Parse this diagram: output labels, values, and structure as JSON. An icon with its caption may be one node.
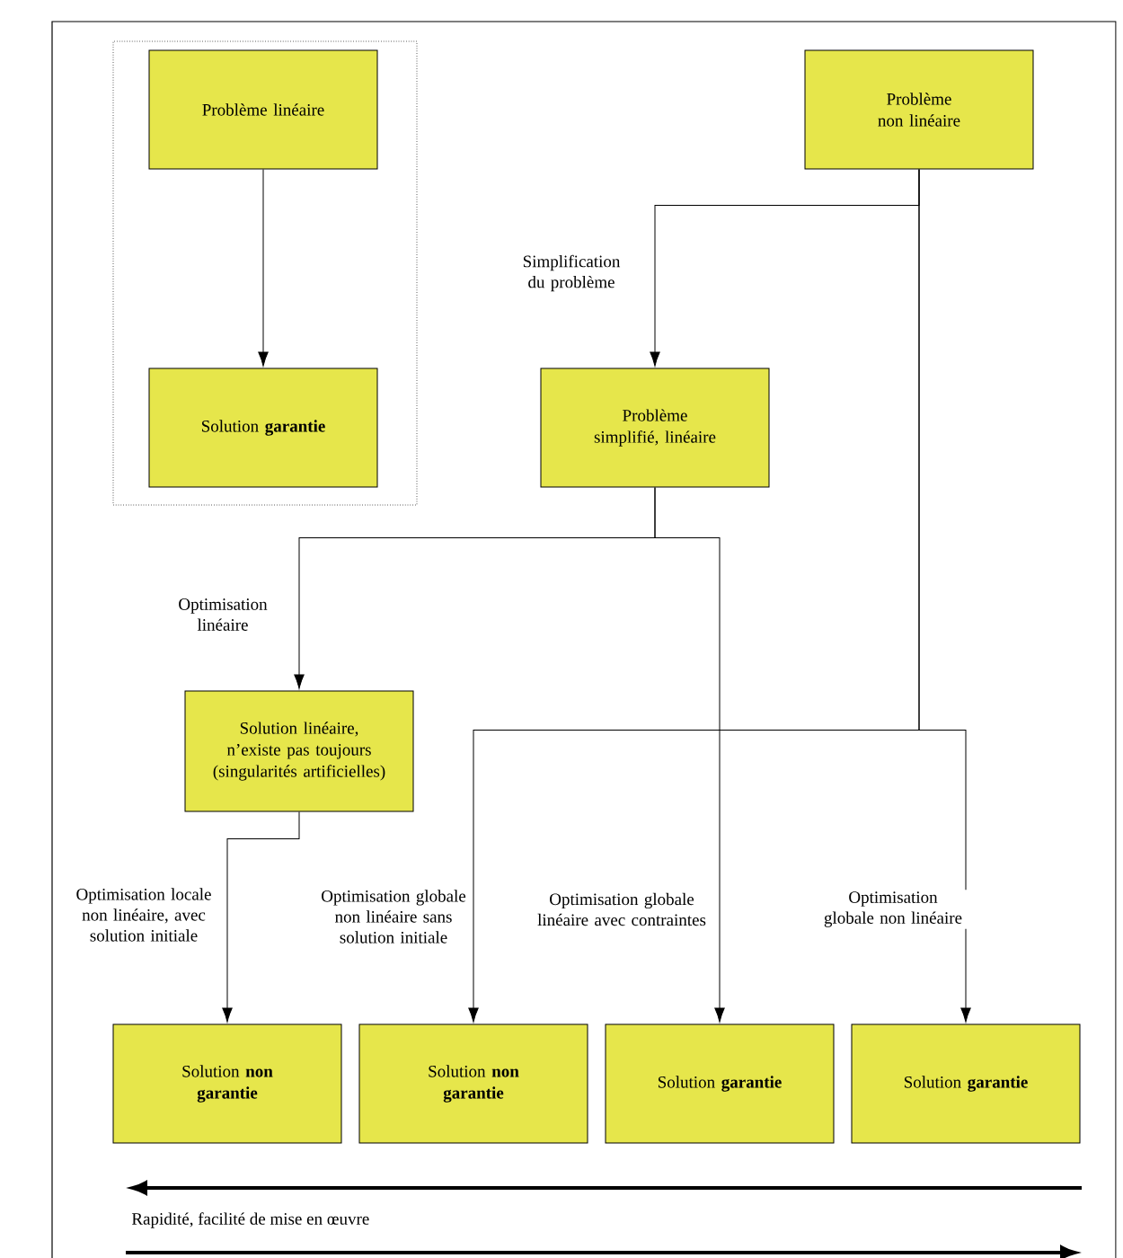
{
  "diagram": {
    "nodes": [
      {
        "text": [],
        "shape": "box"
      },
      {
        "text": [
          "Problème linéaire"
        ],
        "in": 0
      },
      {
        "text": [
          "Solution **garantie**"
        ],
        "in": 0
      },
      {
        "text": [
          "Problème non linéaire"
        ]
      },
      {
        "text": [
          "Problème simplifié, linéaire"
        ]
      },
      {
        "text": [
          "Solution linéaire, n’existe pas toujours (singularités artificielles)"
        ]
      },
      {
        "text": [
          "Solution **non garantie**"
        ]
      },
      {
        "text": [
          "Solution **non garantie**"
        ]
      },
      {
        "text": [
          "Solution **garantie**"
        ]
      },
      {
        "text": [
          "Solution **garantie**"
        ]
      }
    ],
    "edges": [
      {
        "from": 1,
        "to": 2,
        "arrow": "to"
      },
      {
        "from": 3,
        "to": 4,
        "arrow": "to",
        "label": "Simplification du problème"
      },
      {
        "from": 4,
        "to": 5,
        "arrow": "to",
        "label": "Optimisation linéaire"
      },
      {
        "from": 4,
        "to": 8,
        "arrow": "to",
        "label": "Optimisation globale linéaire avec contraintes"
      },
      {
        "from": 5,
        "to": 6,
        "arrow": "to",
        "label": "Optimisation locale non linéaire, avec solution initiale"
      },
      {
        "from": 3,
        "to": 7,
        "arrow": "to",
        "label": "Optimisation globale non linéaire sans solution initiale"
      },
      {
        "from": 3,
        "to": 9,
        "arrow": "to",
        "label": "Optimisation globale non linéaire"
      }
    ],
    "labels": [
      "Rapidité, facilité de mise en œuvre"
    ]
  }
}
